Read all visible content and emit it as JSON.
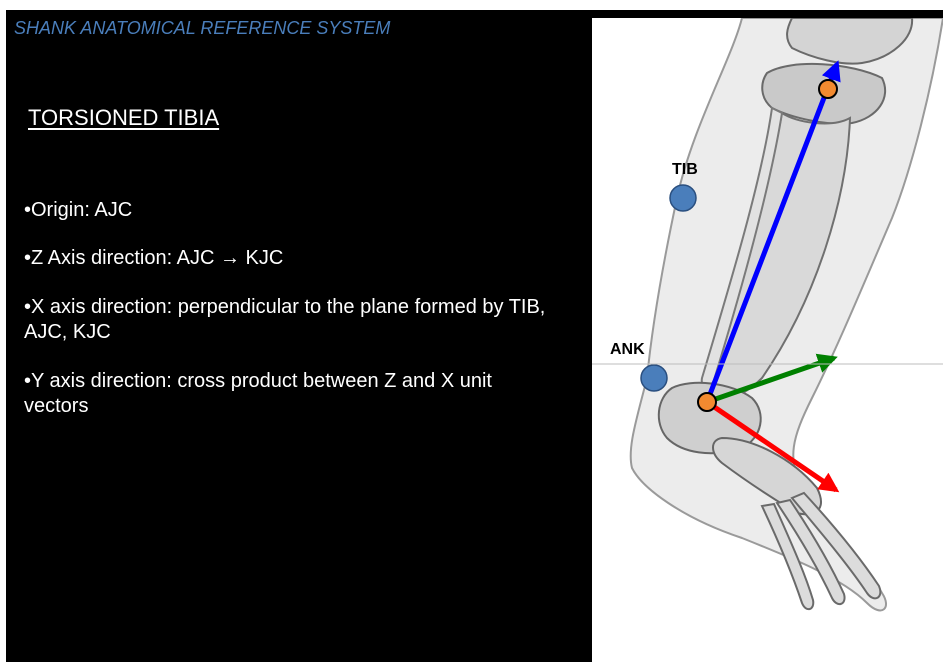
{
  "slide": {
    "title": "SHANK ANATOMICAL REFERENCE SYSTEM",
    "heading": "TORSIONED TIBIA",
    "bullets": [
      "•Origin: AJC",
      "•Z Axis direction: AJC → KJC",
      "•X axis direction: perpendicular to the plane formed by TIB, AJC, KJC",
      "•Y axis direction: cross product between Z and X unit vectors"
    ]
  },
  "figure": {
    "markers": {
      "tib": "TIB",
      "ank": "ANK"
    },
    "colors": {
      "marker": "#4a7ebb",
      "joint_center": "#f28a30",
      "z_axis": "#0000ff",
      "x_axis": "#ff0000",
      "y_axis": "#008000"
    }
  }
}
